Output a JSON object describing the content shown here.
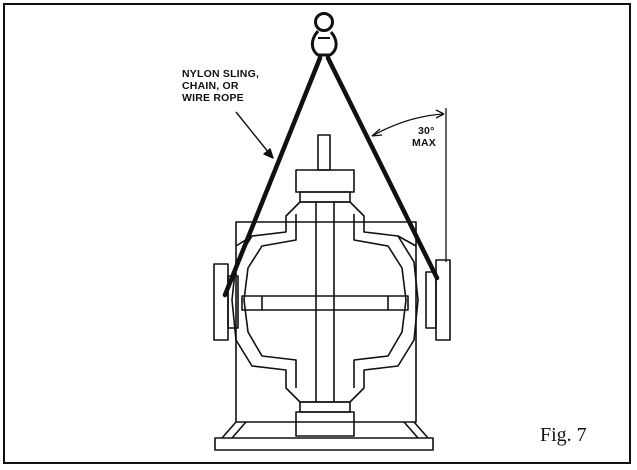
{
  "labels": {
    "sling_line1": "NYLON SLING,",
    "sling_line2": "CHAIN, OR",
    "sling_line3": "WIRE ROPE",
    "angle_value": "30°",
    "angle_max": "MAX"
  },
  "figure_caption": "Fig. 7",
  "colors": {
    "ink": "#111111",
    "paper": "#ffffff"
  },
  "icons": {
    "hook": "lifting-hook-icon"
  }
}
